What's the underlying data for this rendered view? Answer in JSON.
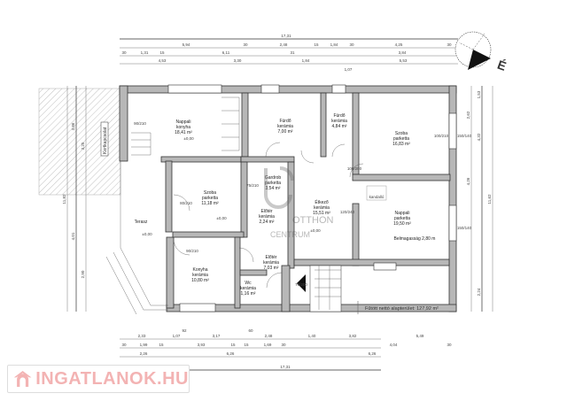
{
  "watermark": {
    "brand": "INGATLANOK.HU",
    "overlay_line1": "OTTHON",
    "overlay_line2": "CENTRUM"
  },
  "north_label": "É",
  "total_area_label": "Fűtött nettó alapterület: 127,92 m²",
  "rooms": [
    {
      "name": "Nappali",
      "floor": "konyha",
      "area": "18,41 m²"
    },
    {
      "name": "Fürdő",
      "floor": "kerámia",
      "area": "7,00 m²"
    },
    {
      "name": "Fürdő",
      "floor": "kerámia",
      "area": "4,84 m²"
    },
    {
      "name": "Szoba",
      "floor": "parketta",
      "area": "16,83 m²"
    },
    {
      "name": "Gardrob",
      "floor": "parketta",
      "area": "3,54 m²"
    },
    {
      "name": "Szoba",
      "floor": "parketta",
      "area": "11,18 m²"
    },
    {
      "name": "Előtér",
      "floor": "kerámia",
      "area": "2,24 m²"
    },
    {
      "name": "Étkező",
      "floor": "kerámia",
      "area": "15,51 m²"
    },
    {
      "name": "Nappali",
      "floor": "parketta",
      "area": "19,50 m²"
    },
    {
      "name": "Terasz",
      "floor": "",
      "area": ""
    },
    {
      "name": "Konyha",
      "floor": "kerámia",
      "area": "10,80 m²"
    },
    {
      "name": "Előtér",
      "floor": "kerámia",
      "area": "7,03 m²"
    },
    {
      "name": "Wc",
      "floor": "kerámia",
      "area": "1,16 m²"
    }
  ],
  "annotations": {
    "kemence": "Belmagasság 2,80 m",
    "kert": "Kertkapcsolat",
    "level_terrace": "±0,00",
    "level_dining": "±0,00",
    "level_room": "±0,00",
    "level_kitchen": "±0,00",
    "fireplace": "kandalló"
  },
  "dimensions": {
    "top": {
      "total": "17,31",
      "row1": [
        "5,94",
        "30",
        "2,48",
        "15",
        "1,84",
        "30",
        "4,25",
        "30"
      ],
      "row2": [
        "30",
        "1,31",
        "15",
        "6,11",
        "31",
        "3,84"
      ],
      "row3": [
        "4,53",
        "3,30",
        "1,84",
        "5,53",
        "1,07"
      ]
    },
    "bottom": {
      "total": "17,31",
      "row1": [
        "2,33",
        "1,07",
        "3,17",
        "2,48",
        "1,40",
        "3,82",
        "5,49"
      ],
      "row2": [
        "30",
        "1,99",
        "15",
        "3,93",
        "15",
        "15",
        "1,69",
        "30",
        "4,04",
        "30"
      ],
      "row3": [
        "2,26",
        "6,26",
        "6,26"
      ],
      "marks": [
        "92",
        "60"
      ]
    },
    "left": {
      "total": "11,82",
      "segments": [
        "3,86",
        "4,01",
        "3,25",
        "2,90"
      ]
    },
    "right": {
      "total": "11,62",
      "segments": [
        "2,62",
        "4,26",
        "4,32",
        "2,24",
        "1,53"
      ]
    },
    "doors": [
      "90/210",
      "100/210",
      "75/210",
      "80/210",
      "90/210",
      "100/200",
      "120/240",
      "150/140",
      "150/140",
      "70/200"
    ]
  }
}
